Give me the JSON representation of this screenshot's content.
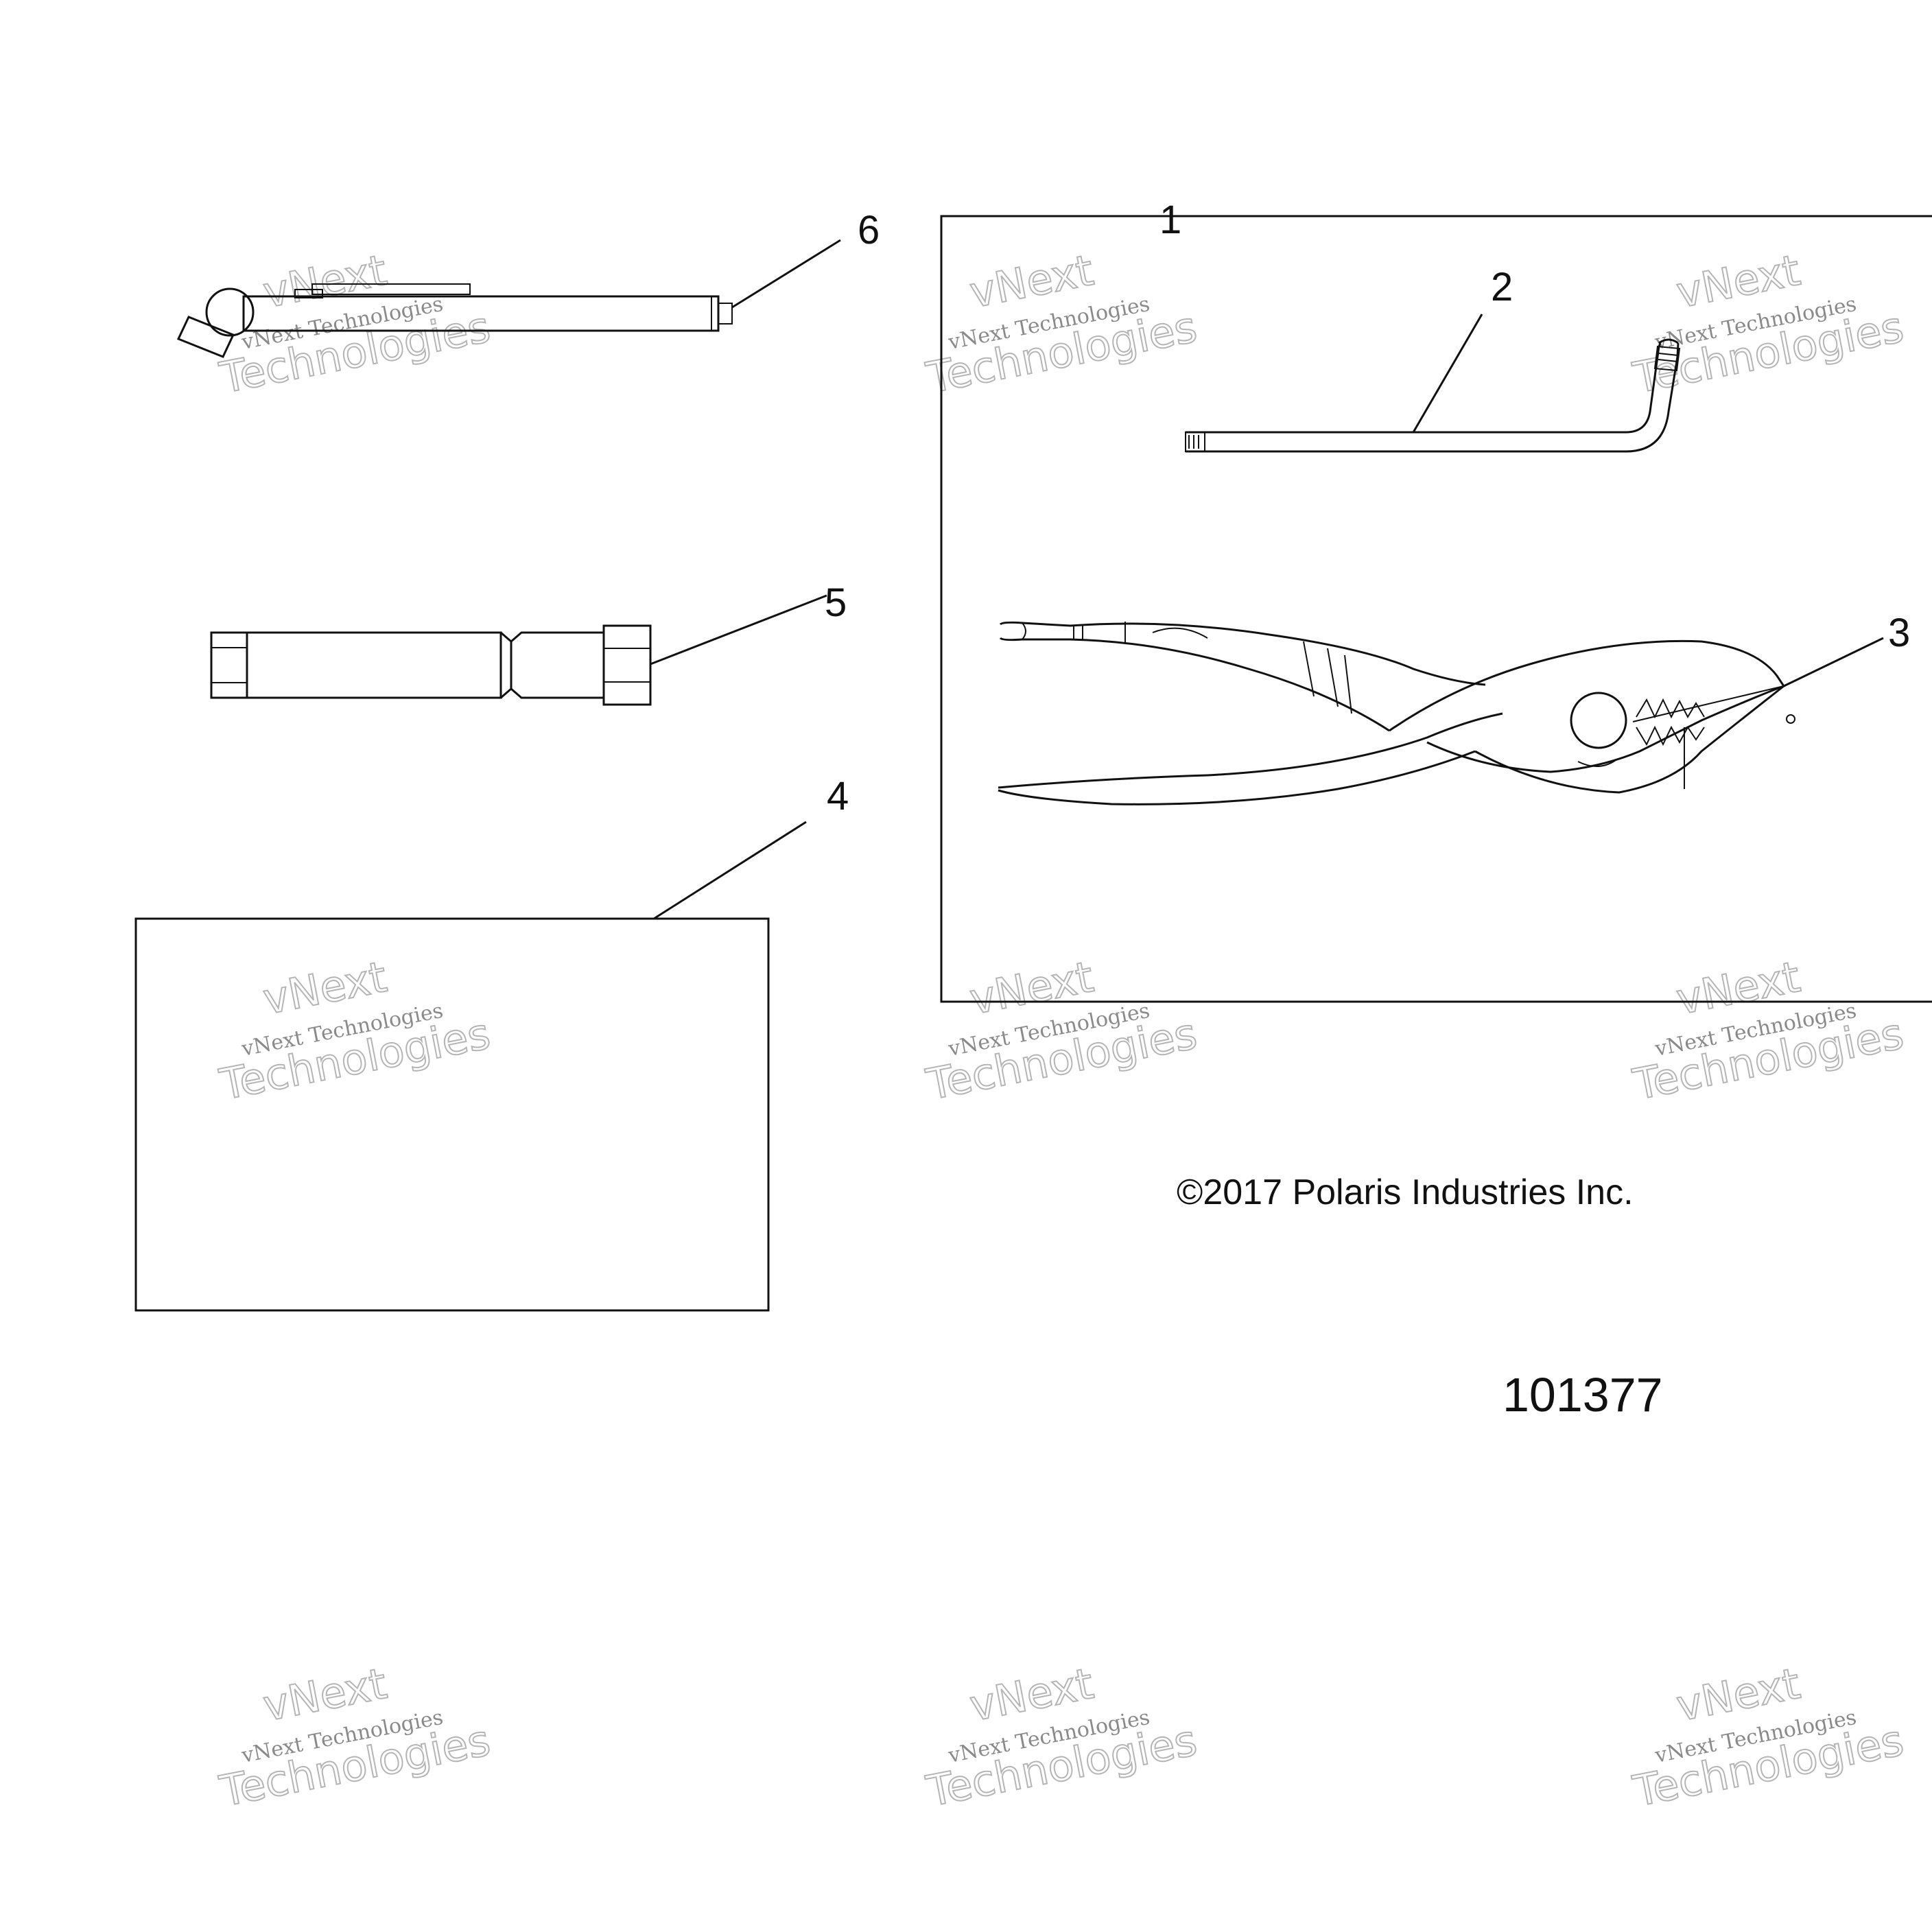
{
  "callouts": {
    "c1": "1",
    "c2": "2",
    "c3": "3",
    "c4": "4",
    "c5": "5",
    "c6": "6"
  },
  "copyright": "©2017 Polaris Industries Inc.",
  "document_number": "101377",
  "watermark": {
    "small": "vNext Technologies",
    "big_top": "vNext",
    "big_bottom": "Technologies"
  }
}
